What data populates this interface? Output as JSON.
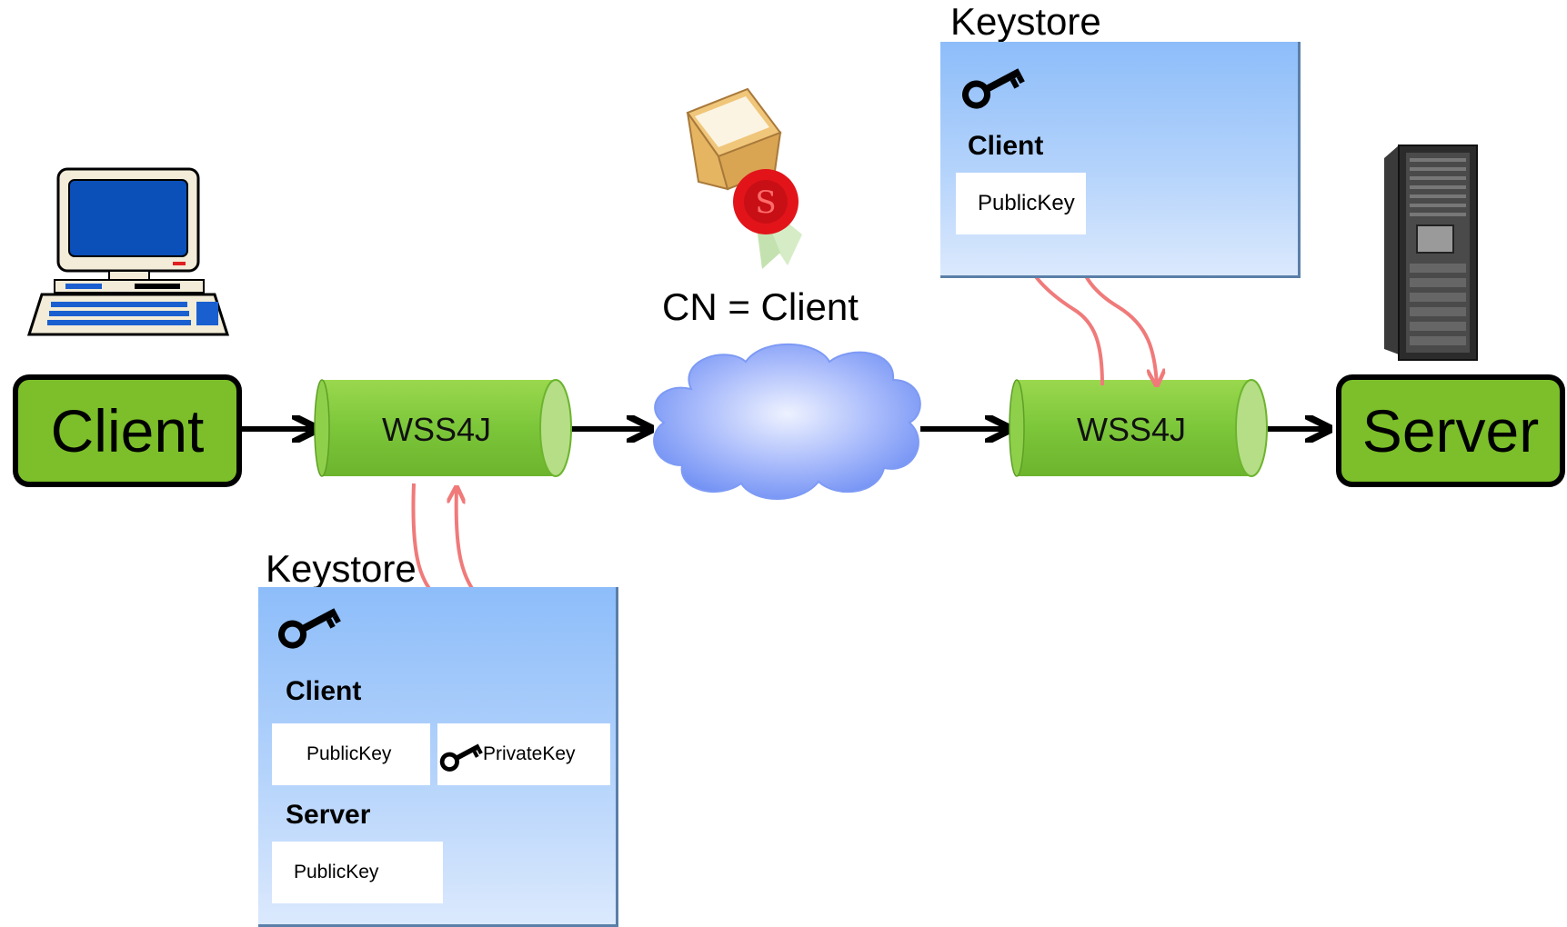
{
  "nodes": {
    "client_label": "Client",
    "server_label": "Server"
  },
  "pipes": {
    "left_label": "WSS4J",
    "right_label": "WSS4J"
  },
  "message": {
    "cn_label": "CN = Client"
  },
  "keystore_server_side": {
    "title": "Keystore",
    "sections": [
      {
        "name": "Client",
        "keys": [
          "PublicKey"
        ]
      }
    ]
  },
  "keystore_client_side": {
    "title": "Keystore",
    "sections": [
      {
        "name": "Client",
        "keys": [
          "PublicKey",
          "PrivateKey"
        ]
      },
      {
        "name": "Server",
        "keys": [
          "PublicKey"
        ]
      }
    ]
  },
  "colors": {
    "node_green": "#7cbf2a",
    "pipe_green": "#7cc63a",
    "arrow_red": "#f07a7a",
    "cloud_blue": "#7d9af5",
    "keystore_blue": "#8dbdfa"
  },
  "icons": {
    "computer": "computer-terminal-icon",
    "server": "server-rack-icon",
    "envelope": "sealed-envelope-icon",
    "cloud": "network-cloud-icon",
    "key": "key-icon"
  }
}
